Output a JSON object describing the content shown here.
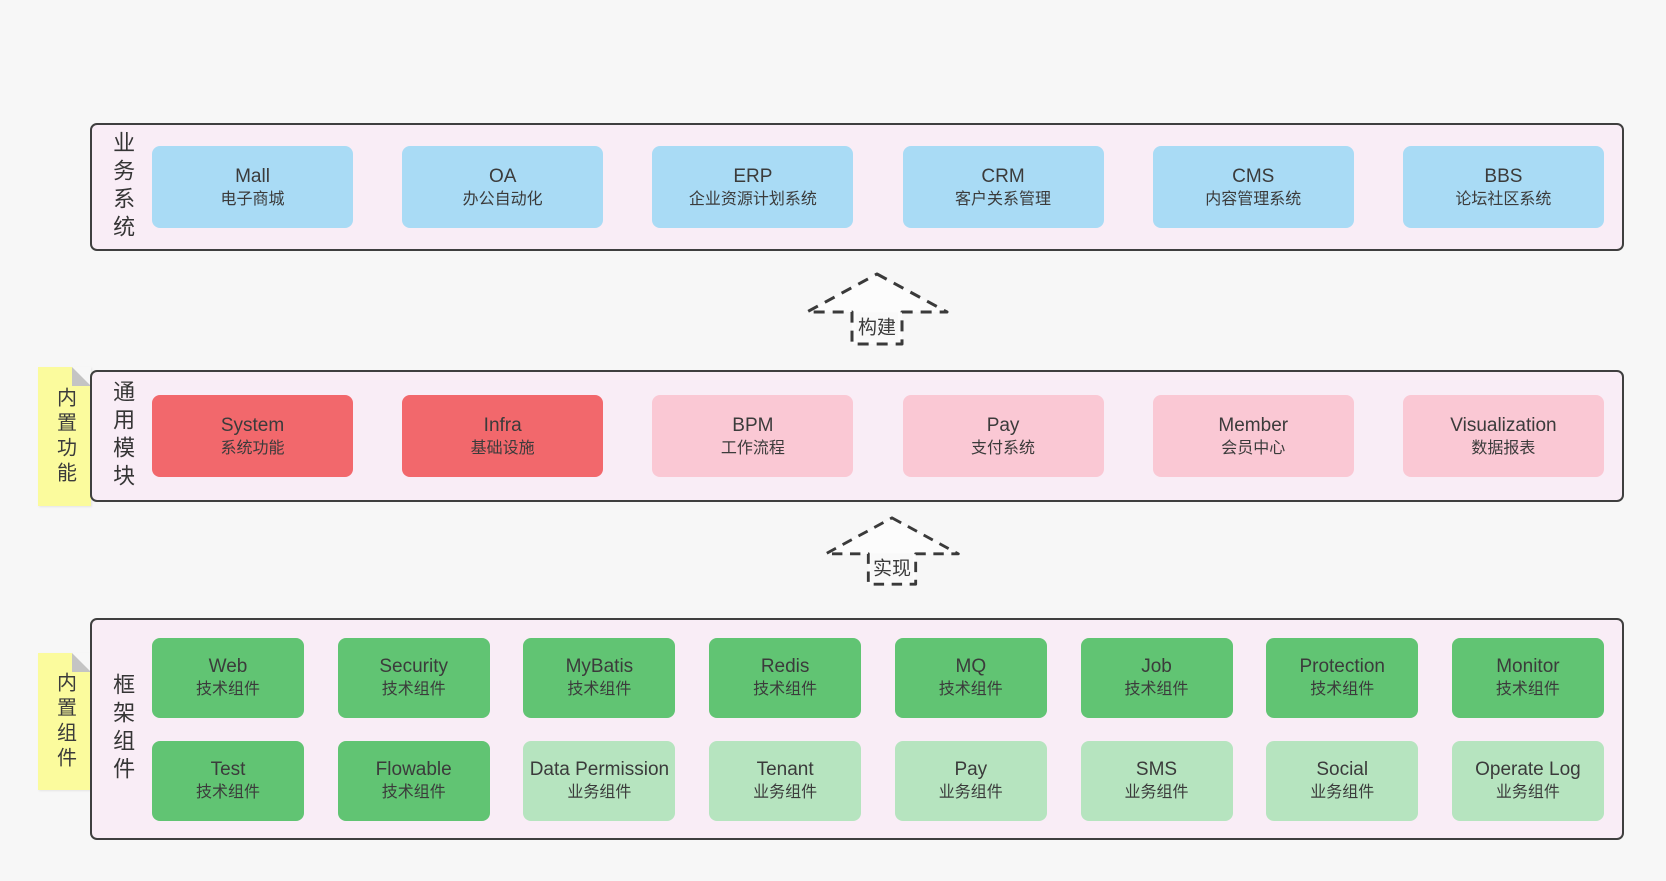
{
  "colors": {
    "page_background": "#f7f7f7",
    "band_background": "#f9edf6",
    "band_border": "#3f3f3f",
    "box_blue": "#a9dbf5",
    "box_red": "#f2686c",
    "box_pink": "#fac8d4",
    "box_green": "#61c473",
    "box_light_green": "#b6e4bf",
    "sticky_yellow": "#fbfb9d",
    "text": "#3b3b3b"
  },
  "bands": [
    {
      "id": "business-systems",
      "label": "业务系统",
      "boxes": [
        {
          "name": "Mall",
          "desc": "电子商城",
          "variant": "blue"
        },
        {
          "name": "OA",
          "desc": "办公自动化",
          "variant": "blue"
        },
        {
          "name": "ERP",
          "desc": "企业资源计划系统",
          "variant": "blue"
        },
        {
          "name": "CRM",
          "desc": "客户关系管理",
          "variant": "blue"
        },
        {
          "name": "CMS",
          "desc": "内容管理系统",
          "variant": "blue"
        },
        {
          "name": "BBS",
          "desc": "论坛社区系统",
          "variant": "blue"
        }
      ]
    },
    {
      "id": "common-modules",
      "label": "通用模块",
      "sticky": "内置功能",
      "boxes": [
        {
          "name": "System",
          "desc": "系统功能",
          "variant": "red"
        },
        {
          "name": "Infra",
          "desc": "基础设施",
          "variant": "red"
        },
        {
          "name": "BPM",
          "desc": "工作流程",
          "variant": "pink"
        },
        {
          "name": "Pay",
          "desc": "支付系统",
          "variant": "pink"
        },
        {
          "name": "Member",
          "desc": "会员中心",
          "variant": "pink"
        },
        {
          "name": "Visualization",
          "desc": "数据报表",
          "variant": "pink"
        }
      ]
    },
    {
      "id": "framework-components",
      "label": "框架组件",
      "sticky": "内置组件",
      "rows": [
        [
          {
            "name": "Web",
            "desc": "技术组件",
            "variant": "green"
          },
          {
            "name": "Security",
            "desc": "技术组件",
            "variant": "green"
          },
          {
            "name": "MyBatis",
            "desc": "技术组件",
            "variant": "green"
          },
          {
            "name": "Redis",
            "desc": "技术组件",
            "variant": "green"
          },
          {
            "name": "MQ",
            "desc": "技术组件",
            "variant": "green"
          },
          {
            "name": "Job",
            "desc": "技术组件",
            "variant": "green"
          },
          {
            "name": "Protection",
            "desc": "技术组件",
            "variant": "green"
          },
          {
            "name": "Monitor",
            "desc": "技术组件",
            "variant": "green"
          }
        ],
        [
          {
            "name": "Test",
            "desc": "技术组件",
            "variant": "green"
          },
          {
            "name": "Flowable",
            "desc": "技术组件",
            "variant": "green"
          },
          {
            "name": "Data Permission",
            "desc": "业务组件",
            "variant": "lightgreen"
          },
          {
            "name": "Tenant",
            "desc": "业务组件",
            "variant": "lightgreen"
          },
          {
            "name": "Pay",
            "desc": "业务组件",
            "variant": "lightgreen"
          },
          {
            "name": "SMS",
            "desc": "业务组件",
            "variant": "lightgreen"
          },
          {
            "name": "Social",
            "desc": "业务组件",
            "variant": "lightgreen"
          },
          {
            "name": "Operate Log",
            "desc": "业务组件",
            "variant": "lightgreen"
          }
        ]
      ]
    }
  ],
  "arrows": [
    {
      "label": "构建"
    },
    {
      "label": "实现"
    }
  ]
}
